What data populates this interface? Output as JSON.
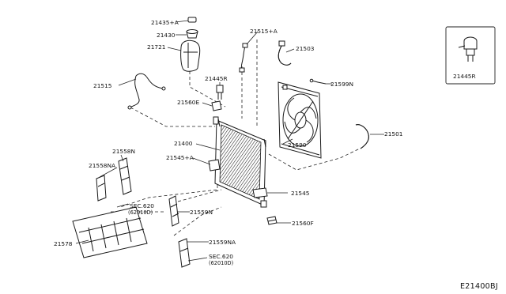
{
  "parts": {
    "p21435A": "21435+A",
    "p21430": "21430",
    "p21721": "21721",
    "p21515": "21515",
    "p21515A": "21515+A",
    "p21503": "21503",
    "p21445R": "21445R",
    "p21445R_inset": "21445R",
    "p21599N": "21599N",
    "p21560E": "21560E",
    "p21501": "21501",
    "p21400": "21400",
    "p21590": "21590",
    "p21558N": "21558N",
    "p21558NA": "21558NA",
    "p21545A": "21545+A",
    "p21545": "21545",
    "sec620a": "SEC.620",
    "sec620a_sub": "(62010D)",
    "p21559N": "21559N",
    "p21560F": "21560F",
    "p21578": "21578",
    "p21559NA": "21559NA",
    "sec620b": "SEC.620",
    "sec620b_sub": "(62010D)"
  },
  "diagram_ref": "E21400BJ"
}
